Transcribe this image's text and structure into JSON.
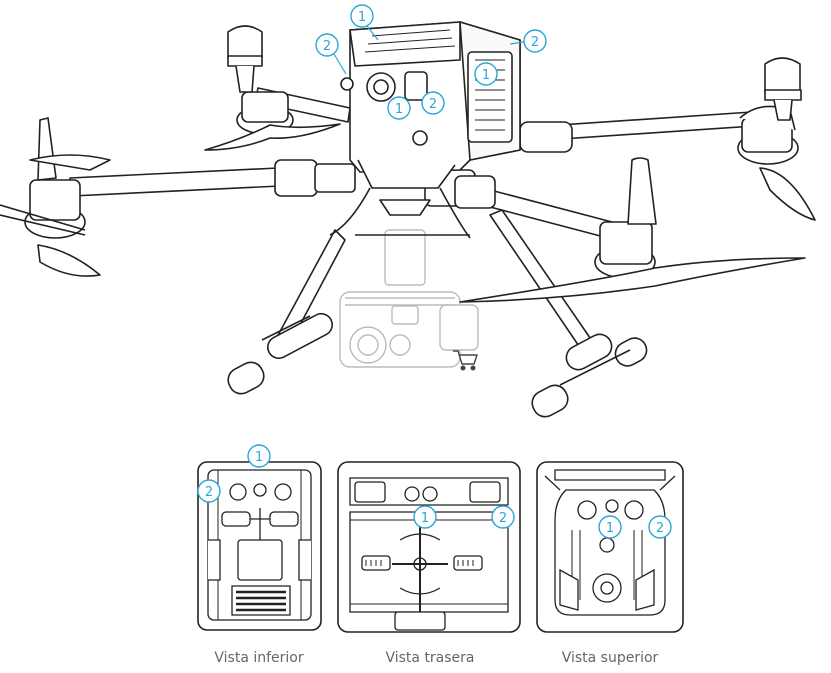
{
  "callout_labels": {
    "one": "1",
    "two": "2"
  },
  "views": [
    {
      "caption": "Vista inferior"
    },
    {
      "caption": "Vista trasera"
    },
    {
      "caption": "Vista superior"
    }
  ],
  "colors": {
    "callout": "#2aa7d6",
    "line": "#222222",
    "fade": "#bbbbbb",
    "caption": "#666666"
  },
  "icons": {
    "cart": "shopping-cart-icon"
  }
}
